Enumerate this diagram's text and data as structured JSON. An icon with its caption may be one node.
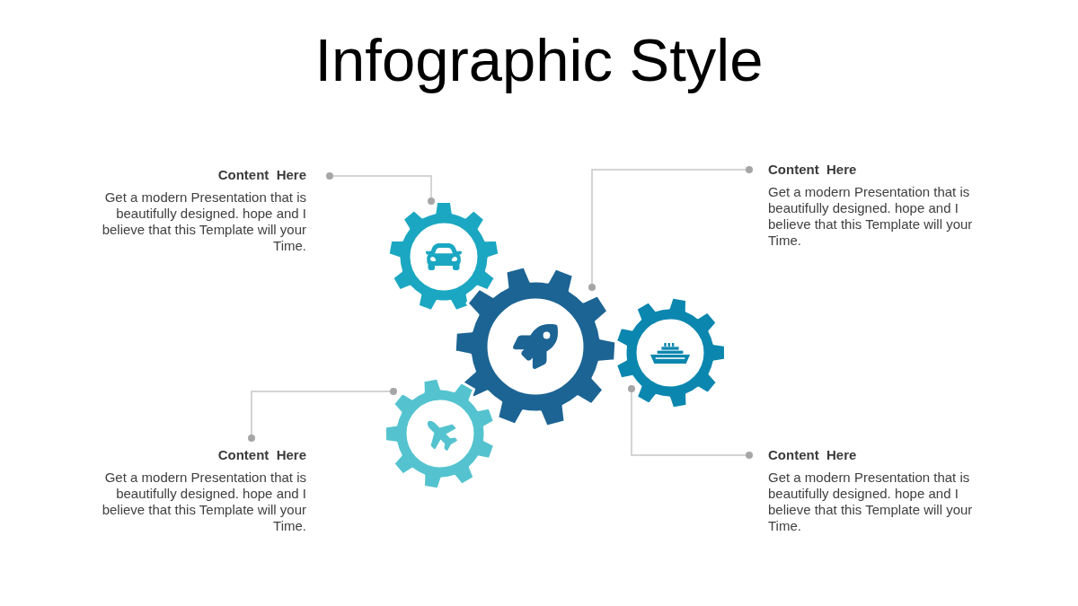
{
  "diagram": {
    "title": "Infographic Style",
    "nodes": [
      {
        "text": [
          "Content  Here",
          "Get a modern Presentation that is beautifully designed. hope and I believe that this Template will your Time."
        ]
      },
      {
        "text": [
          "Content  Here",
          "Get a modern Presentation that is beautifully designed. hope and I believe that this Template will your Time."
        ]
      },
      {
        "text": [],
        "shape": "gear"
      },
      {
        "text": [],
        "shape": "gear"
      },
      {
        "text": [],
        "shape": "gear"
      },
      {
        "text": [],
        "shape": "gear"
      },
      {
        "text": [
          "Content  Here",
          "Get a modern Presentation that is beautifully designed. hope and I believe that this Template will your Time."
        ]
      },
      {
        "text": [
          "Content  Here",
          "Get a modern Presentation that is beautifully designed. hope and I believe that this Template will your Time."
        ]
      }
    ],
    "edges": [
      {
        "from": 0,
        "to": 2,
        "arrow": "other"
      },
      {
        "from": 1,
        "to": 3,
        "arrow": "other"
      },
      {
        "from": 6,
        "to": 5,
        "arrow": "other"
      },
      {
        "from": 7,
        "to": 4,
        "arrow": "other"
      }
    ]
  }
}
